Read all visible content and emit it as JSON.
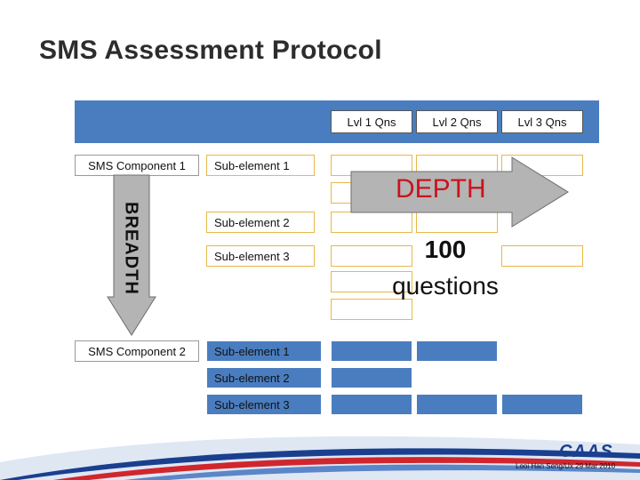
{
  "title": "SMS Assessment Protocol",
  "levels": [
    "Lvl 1 Qns",
    "Lvl 2 Qns",
    "Lvl 3 Qns"
  ],
  "components": [
    "SMS Component 1",
    "SMS Component 2"
  ],
  "group1_subs": [
    "Sub-element 1",
    "Sub-element 2",
    "Sub-element 3"
  ],
  "group2_subs": [
    "Sub-element 1",
    "Sub-element 2",
    "Sub-element 3"
  ],
  "depth_label": "DEPTH",
  "breadth_label": "BREADTH",
  "question_count": "100",
  "question_word": "questions",
  "footer_text": "Looi Han Seng/Ux 29 Mar 2010",
  "logo_text": "CAAS",
  "colors": {
    "blue_fill": "#4a7dbf",
    "cell_border": "#e8b84a",
    "depth_text": "#c8141e",
    "arrow_fill": "#b4b4b4",
    "logo": "#1a3f8f",
    "swoosh_red": "#d0262d"
  }
}
